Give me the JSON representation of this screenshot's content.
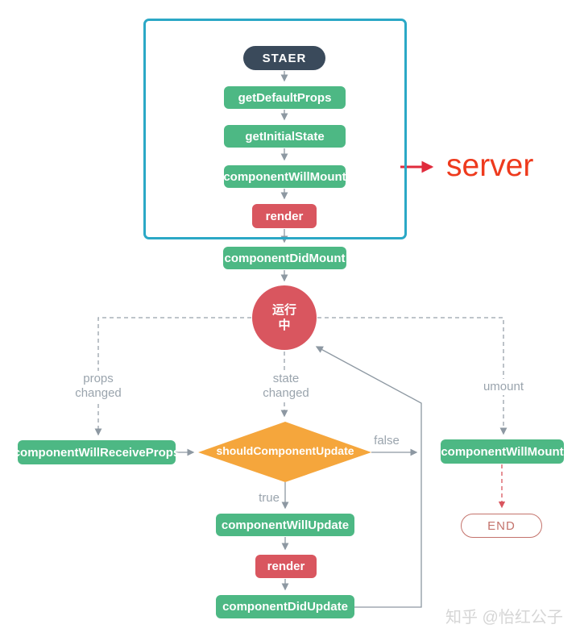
{
  "diagram": {
    "title_hint": "React component lifecycle flowchart",
    "server_label": "server",
    "watermark": "知乎 @怡红公子",
    "nodes": {
      "start": "STAER",
      "get_default_props": "getDefaultProps",
      "get_initial_state": "getInitialState",
      "component_will_mount_top": "componentWillMount",
      "render_top": "render",
      "component_did_mount": "componentDidMount",
      "running": {
        "line1": "运行",
        "line2": "中"
      },
      "component_will_receive_props": "componentWillReceiveProps",
      "should_component_update": "shouldComponentUpdate",
      "component_will_mount_right": "componentWillMount",
      "component_will_update": "componentWillUpdate",
      "render_bottom": "render",
      "component_did_update": "componentDidUpdate",
      "end": "END"
    },
    "edge_labels": {
      "props_changed": {
        "line1": "props",
        "line2": "changed"
      },
      "state_changed": {
        "line1": "state",
        "line2": "changed"
      },
      "umount": "umount",
      "false_label": "false",
      "true_label": "true"
    },
    "colors": {
      "green": "#4db884",
      "red": "#d9565f",
      "dark_navy": "#3a4a5b",
      "orange": "#f5a63c",
      "frame_blue": "#2ba8c6",
      "line_gray": "#8d98a2",
      "label_gray": "#9aa4ad",
      "server_red": "#ee3a1d",
      "end_border_red": "#c4736c"
    }
  }
}
